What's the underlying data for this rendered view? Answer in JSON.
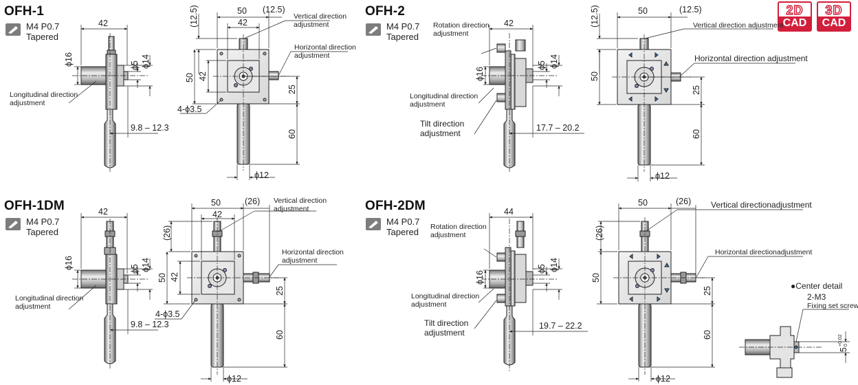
{
  "products": [
    {
      "id": "ofh1",
      "title": "OFH-1",
      "thread": "M4 P0.7",
      "note": "Tapered"
    },
    {
      "id": "ofh2",
      "title": "OFH-2",
      "thread": "M4 P0.7",
      "note": "Tapered"
    },
    {
      "id": "ofh1dm",
      "title": "OFH-1DM",
      "thread": "M4 P0.7",
      "note": "Tapered"
    },
    {
      "id": "ofh2dm",
      "title": "OFH-2DM",
      "thread": "M4 P0.7",
      "note": "Tapered"
    }
  ],
  "cad_badges": [
    {
      "top": "2D",
      "bottom": "CAD"
    },
    {
      "top": "3D",
      "bottom": "CAD"
    }
  ],
  "labels": {
    "vertical": "Vertical direction adjustment",
    "vertical_l1": "Vertical direction",
    "vertical_l2": "adjustment",
    "vertical_2dm": "Vertical directionadjustment",
    "horizontal": "Horizontal direction adjustment",
    "horizontal_l1": "Horizontal direction",
    "horizontal_l2": "adjustment",
    "horizontal_2dm": "Horizontal directionadjustment",
    "longitudinal_l1": "Longitudinal direction",
    "longitudinal_l2": "adjustment",
    "rotation_l1": "Rotation direction",
    "rotation_l2": "adjustment",
    "tilt_l1": "Tilt direction",
    "tilt_l2": "adjustment",
    "center_detail": "●Center detail",
    "set_screw_l1": "2-M3",
    "set_screw_l2": "Fixing set screw",
    "tolerance": "5",
    "tolerance_sup": "+0.02",
    "tolerance_sub": "0"
  },
  "dims": {
    "d42": "42",
    "d44": "44",
    "d50": "50",
    "d125": "(12.5)",
    "d26": "(26)",
    "d25": "25",
    "d60": "60",
    "phi5": "ϕ5",
    "phi14": "ϕ14",
    "phi16": "ϕ16",
    "phi12": "ϕ12",
    "holes": "4-ϕ3.5",
    "range1": "9.8 – 12.3",
    "range2": "17.7 – 20.2",
    "range3": "19.7 – 22.2"
  }
}
